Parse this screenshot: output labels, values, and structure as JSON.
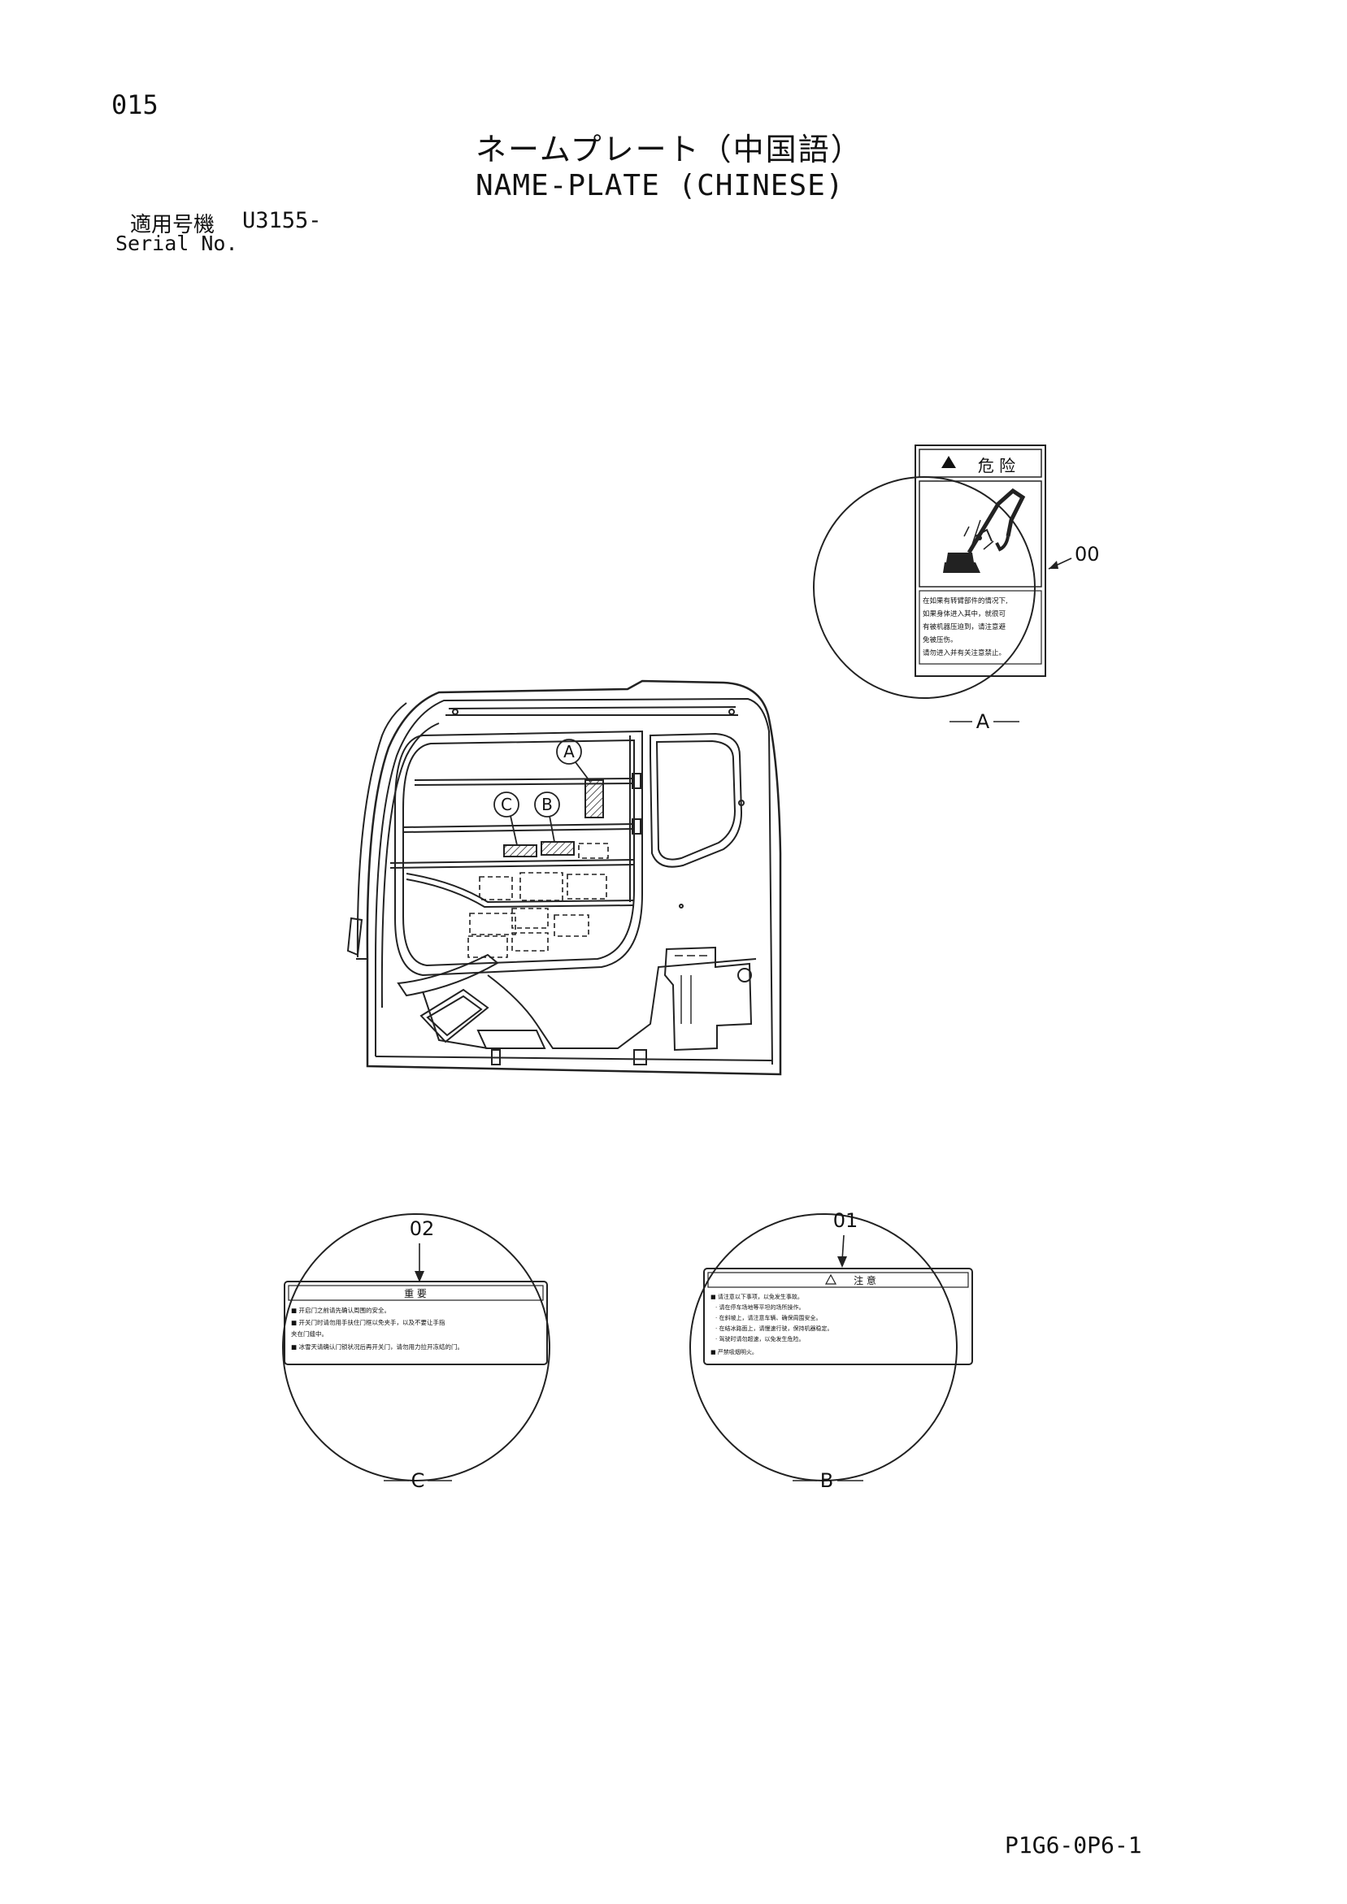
{
  "page": {
    "number": "015",
    "title_jp": "ネームプレート（中国語）",
    "title_en": "NAME-PLATE (CHINESE)",
    "serial_label_jp": "適用号機",
    "serial_value": "U3155-",
    "serial_label_en": "Serial No.",
    "footer_code": "P1G6-0P6-1"
  },
  "diagram": {
    "locator_labels": [
      "A",
      "B",
      "C"
    ],
    "detail_views": [
      {
        "view": "A",
        "part_number": "00",
        "decal_title": "危 险",
        "decal_lines": [
          "在如果有转臂部件的情况下,",
          "如果身体进入其中，就很可",
          "有被机器压迫到，请注意避",
          "免被压伤。",
          "请勿进入并有关注意禁止。"
        ]
      },
      {
        "view": "B",
        "part_number": "01",
        "decal_title": "注 意",
        "decal_lines": [
          "■ 请注意以下事项，以免发生事故。",
          "· 请在停车场地等平坦的场所操作。",
          "· 在斜坡上，请注意车辆、确保周围安全。",
          "· 在结冰路面上，请慢速行驶，保持机器稳定。",
          "· 驾驶时请勿超速，以免发生危险。",
          "■ 严禁吸烟明火。"
        ]
      },
      {
        "view": "C",
        "part_number": "02",
        "decal_title": "重 要",
        "decal_lines": [
          "■ 开启门之前请先确认周围的安全。",
          "■ 开关门时请勿用手扶住门框以免夹手，以及不要让手指",
          "   夹在门缝中。",
          "■ 冰雪天请确认门锁状况后再开关门，请勿用力拉开冻结的门。"
        ]
      }
    ]
  }
}
